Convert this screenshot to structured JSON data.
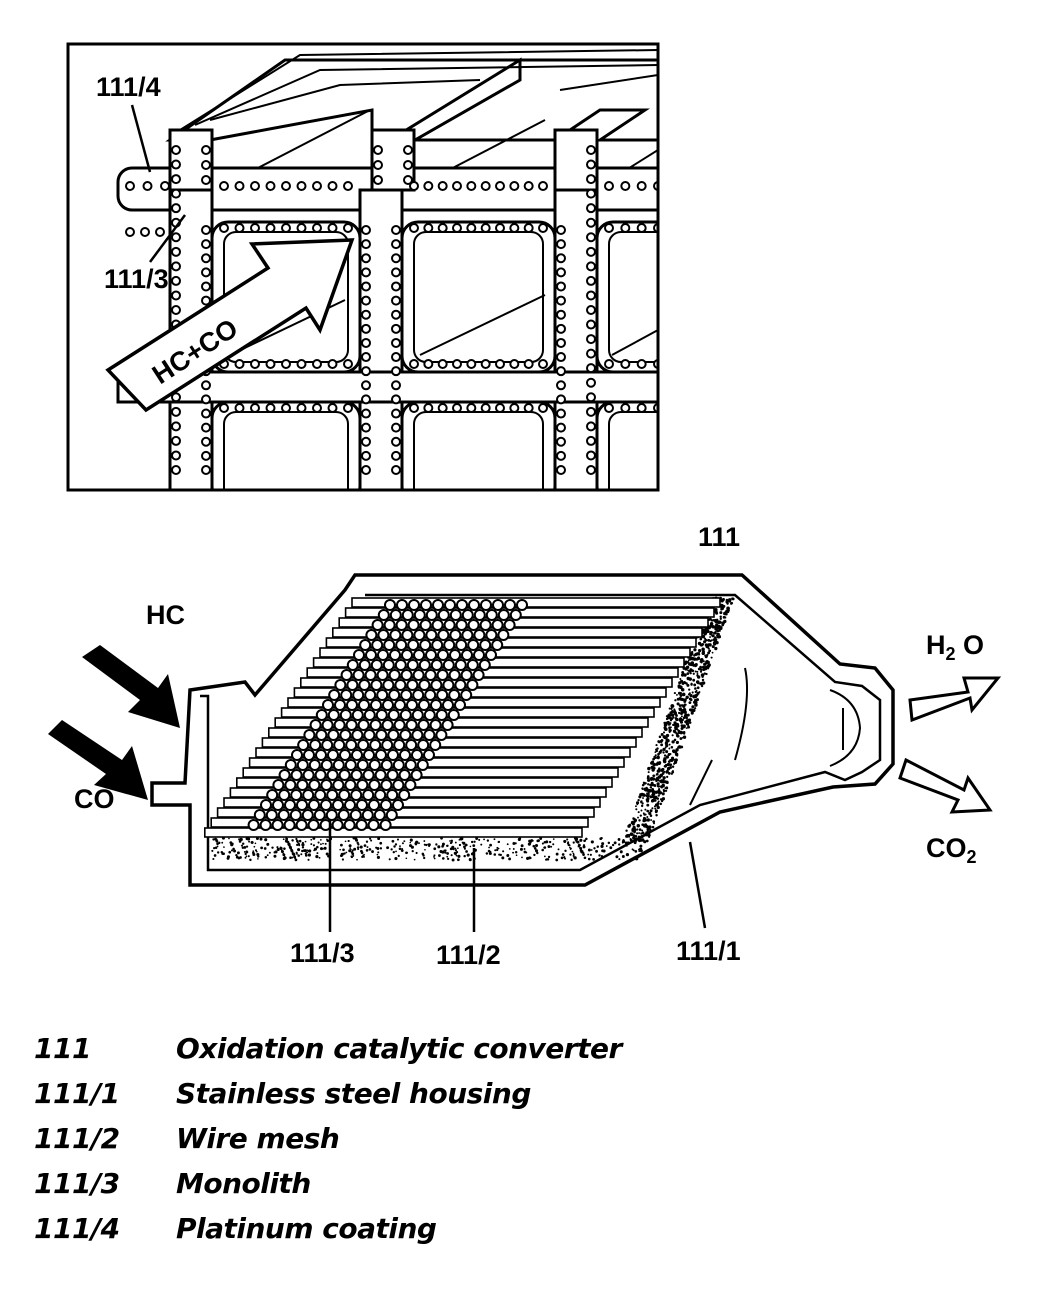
{
  "detail_view": {
    "labels": {
      "platinum_coating": "111/4",
      "monolith": "111/3"
    },
    "flow_arrow_text": "HC+CO"
  },
  "main_view": {
    "labels": {
      "converter": "111",
      "monolith": "111/3",
      "wire_mesh": "111/2",
      "housing": "111/1"
    },
    "inputs": [
      "HC",
      "CO"
    ],
    "outputs": {
      "water": {
        "base": "H",
        "sub": "2",
        "rest": " O"
      },
      "co2": {
        "base": "CO",
        "sub": "2"
      }
    }
  },
  "legend": [
    {
      "code": "111",
      "desc": "Oxidation catalytic converter"
    },
    {
      "code": "111/1",
      "desc": "Stainless steel housing"
    },
    {
      "code": "111/2",
      "desc": "Wire mesh"
    },
    {
      "code": "111/3",
      "desc": "Monolith"
    },
    {
      "code": "111/4",
      "desc": "Platinum coating"
    }
  ]
}
